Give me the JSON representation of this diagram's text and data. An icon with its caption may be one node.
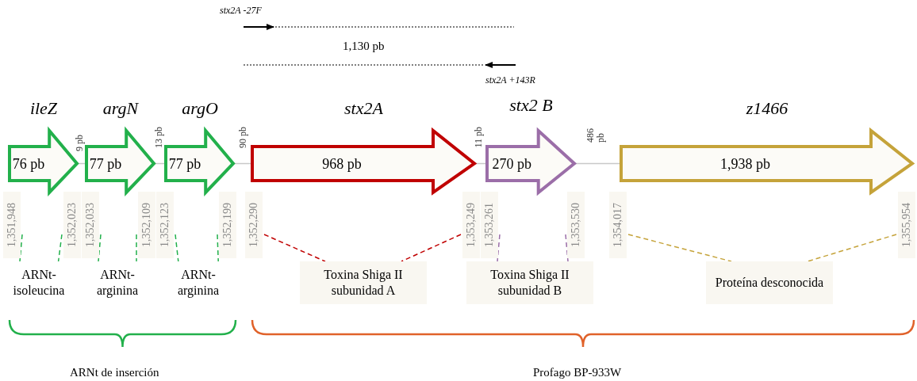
{
  "diagram": {
    "nodes": [
      {
        "text": [
          "ileZ",
          "76 pb"
        ]
      },
      {
        "text": [
          "argN",
          "77 pb"
        ]
      },
      {
        "text": [
          "argO",
          "77 pb"
        ]
      },
      {
        "text": [
          "stx2A",
          "968 pb"
        ]
      },
      {
        "text": [
          "stx2 B",
          "270 pb"
        ]
      },
      {
        "text": [
          "z1466",
          "1,938 pb"
        ]
      },
      {
        "text": [
          "1,351,948"
        ]
      },
      {
        "text": [
          "1,352,023"
        ]
      },
      {
        "text": [
          "1,352,033"
        ]
      },
      {
        "text": [
          "1,352,109"
        ]
      },
      {
        "text": [
          "1,352,123"
        ]
      },
      {
        "text": [
          "1,352,199"
        ]
      },
      {
        "text": [
          "1,352,290"
        ]
      },
      {
        "text": [
          "1,353,249"
        ]
      },
      {
        "text": [
          "1,353,261"
        ]
      },
      {
        "text": [
          "1,353,530"
        ]
      },
      {
        "text": [
          "1,354,017"
        ]
      },
      {
        "text": [
          "1,355,954"
        ]
      },
      {
        "text": [
          "ARNt-isoleucina"
        ]
      },
      {
        "text": [
          "ARNt-arginina"
        ]
      },
      {
        "text": [
          "ARNt-arginina"
        ]
      },
      {
        "text": [
          "Toxina Shiga II subunidad A"
        ]
      },
      {
        "text": [
          "Toxina Shiga II subunidad B"
        ]
      },
      {
        "text": [
          "Proteína desconocida"
        ]
      }
    ],
    "edges": [
      {
        "from": 0,
        "to": 1,
        "arrow": "none",
        "color": "#c8c8c8"
      },
      {
        "from": 1,
        "to": 2,
        "arrow": "none",
        "color": "#c8c8c8"
      },
      {
        "from": 2,
        "to": 3,
        "arrow": "none",
        "color": "#c8c8c8"
      },
      {
        "from": 3,
        "to": 4,
        "arrow": "none",
        "color": "#c8c8c8"
      },
      {
        "from": 4,
        "to": 5,
        "arrow": "none",
        "color": "#c8c8c8"
      },
      {
        "from": 6,
        "to": 18,
        "arrow": "none",
        "style": "dashed",
        "color": "#22b04b"
      },
      {
        "from": 7,
        "to": 18,
        "arrow": "none",
        "style": "dashed",
        "color": "#22b04b"
      },
      {
        "from": 8,
        "to": 19,
        "arrow": "none",
        "style": "dashed",
        "color": "#22b04b"
      },
      {
        "from": 9,
        "to": 19,
        "arrow": "none",
        "style": "dashed",
        "color": "#22b04b"
      },
      {
        "from": 10,
        "to": 20,
        "arrow": "none",
        "style": "dashed",
        "color": "#22b04b"
      },
      {
        "from": 11,
        "to": 20,
        "arrow": "none",
        "style": "dashed",
        "color": "#22b04b"
      },
      {
        "from": 12,
        "to": 21,
        "arrow": "none",
        "style": "dashed",
        "color": "#c00000"
      },
      {
        "from": 13,
        "to": 21,
        "arrow": "none",
        "style": "dashed",
        "color": "#c00000"
      },
      {
        "from": 14,
        "to": 22,
        "arrow": "none",
        "style": "dashed",
        "color": "#9b6ea8"
      },
      {
        "from": 15,
        "to": 22,
        "arrow": "none",
        "style": "dashed",
        "color": "#9b6ea8"
      },
      {
        "from": 16,
        "to": 23,
        "arrow": "none",
        "style": "dashed",
        "color": "#c5a33a"
      },
      {
        "from": 17,
        "to": 23,
        "arrow": "none",
        "style": "dashed",
        "color": "#c5a33a"
      }
    ],
    "labels": [
      "stx2A -27F",
      "1,130 pb",
      "stx2A +143R",
      "9 pb",
      "13 pb",
      "90 pb",
      "11 pb",
      "486 pb",
      "ARNt de inserción",
      "Profago BP-933W"
    ]
  }
}
